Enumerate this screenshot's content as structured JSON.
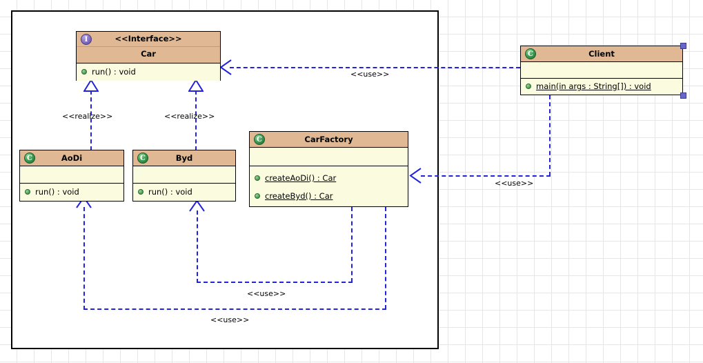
{
  "canvas": {
    "grid": true,
    "grid_size": 25,
    "background_color": "#ffffff",
    "grid_color": "#e6e6e6",
    "frame_border_color": "#000000"
  },
  "theme": {
    "header_fill": "#e0b894",
    "body_fill": "#fbfbe0",
    "border": "#000000",
    "connector": "#2222dd",
    "interface_icon": "#5b4a96",
    "class_icon": "#3e9c52",
    "selection_handle": "#6666cc"
  },
  "classes": {
    "car": {
      "icon": "interface-icon",
      "icon_glyph": "I",
      "stereotype": "<<Interface>>",
      "name": "Car",
      "attributes": [],
      "operations": [
        {
          "visibility": "public",
          "text": "run() : void",
          "static": false
        }
      ],
      "selected": false
    },
    "aodi": {
      "icon": "class-icon",
      "icon_glyph": "C",
      "stereotype": "",
      "name": "AoDi",
      "attributes": [],
      "operations": [
        {
          "visibility": "public",
          "text": "run() : void",
          "static": false
        }
      ],
      "selected": false
    },
    "byd": {
      "icon": "class-icon",
      "icon_glyph": "C",
      "stereotype": "",
      "name": "Byd",
      "attributes": [],
      "operations": [
        {
          "visibility": "public",
          "text": "run() : void",
          "static": false
        }
      ],
      "selected": false
    },
    "carfactory": {
      "icon": "class-icon",
      "icon_glyph": "C",
      "stereotype": "",
      "name": "CarFactory",
      "attributes": [],
      "operations": [
        {
          "visibility": "public",
          "text": "createAoDi() : Car",
          "static": true
        },
        {
          "visibility": "public",
          "text": "createByd() : Car",
          "static": true
        }
      ],
      "selected": false
    },
    "client": {
      "icon": "class-icon",
      "icon_glyph": "C",
      "stereotype": "",
      "name": "Client",
      "attributes": [],
      "operations": [
        {
          "visibility": "public",
          "text": "main(in args : String[]) : void",
          "static": true
        }
      ],
      "selected": true
    }
  },
  "relationships": [
    {
      "id": "aodi-realize-car",
      "type": "realization",
      "label": "<<realize>>",
      "from": "AoDi",
      "to": "Car"
    },
    {
      "id": "byd-realize-car",
      "type": "realization",
      "label": "<<realize>>",
      "from": "Byd",
      "to": "Car"
    },
    {
      "id": "client-use-car",
      "type": "dependency",
      "label": "<<use>>",
      "from": "Client",
      "to": "Car"
    },
    {
      "id": "client-use-factory",
      "type": "dependency",
      "label": "<<use>>",
      "from": "Client",
      "to": "CarFactory"
    },
    {
      "id": "factory-use-byd",
      "type": "dependency",
      "label": "<<use>>",
      "from": "CarFactory",
      "to": "Byd"
    },
    {
      "id": "factory-use-aodi",
      "type": "dependency",
      "label": "<<use>>",
      "from": "CarFactory",
      "to": "AoDi"
    }
  ]
}
